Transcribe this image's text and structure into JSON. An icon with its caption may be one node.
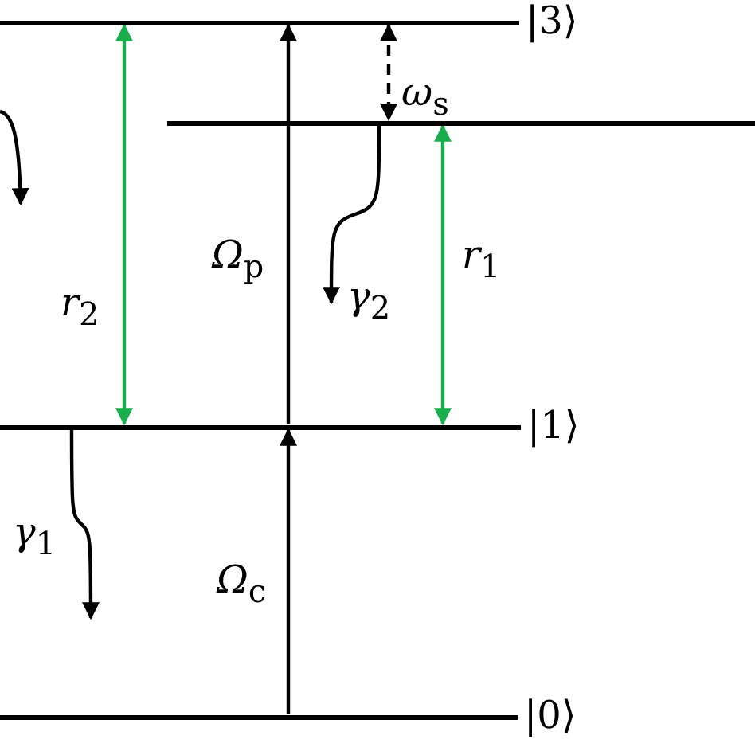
{
  "diagram": {
    "nodes": [
      {
        "text": [
          "|3⟩"
        ]
      },
      {
        "text": [],
        "shape": "bar"
      },
      {
        "text": [
          "|1⟩"
        ]
      },
      {
        "text": [
          "|0⟩"
        ]
      }
    ],
    "edges": [
      {
        "from": 3,
        "to": 2,
        "arrow": "to",
        "label": "*Ω*$_{c}$"
      },
      {
        "from": 2,
        "to": 0,
        "arrow": "to",
        "label": "*Ω*$_{p}$"
      },
      {
        "from": 0,
        "to": 2,
        "arrow": "both",
        "label": "*r*$_{2}$",
        "color": "#1aad4b"
      },
      {
        "from": 1,
        "to": 2,
        "arrow": "both",
        "label": "*r*$_{1}$",
        "color": "#1aad4b"
      },
      {
        "from": 0,
        "to": 1,
        "arrow": "both",
        "label": "*ω*$_{s}$",
        "style": "dashed"
      },
      {
        "from": 1,
        "to": null,
        "arrow": "to",
        "label": "*γ*$_{2}$"
      },
      {
        "from": 2,
        "to": null,
        "arrow": "to",
        "label": "*γ*$_{1}$"
      }
    ]
  }
}
